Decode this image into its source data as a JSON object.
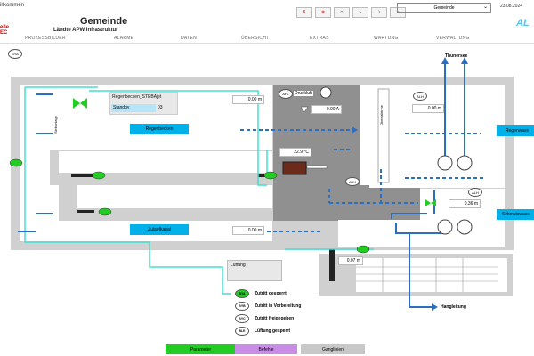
{
  "header": {
    "welcome": "illkommen",
    "title": "Gemeinde",
    "subtitle": "Ländte APW Infrastruktur",
    "alarm_count": "6",
    "dropdown_value": "Gemeinde",
    "date": "23.08.2024",
    "brand": "AL",
    "logo_text": "elle EC"
  },
  "nav": {
    "items": [
      "PROZESSBILDER",
      "ALARME",
      "DATEN",
      "ÜBERSICHT",
      "EXTRAS",
      "WARTUNG",
      "VERWALTUNG"
    ]
  },
  "plant": {
    "bya_badge": "BYA",
    "regenbecken_label": "Regenbecken_STEBAjet",
    "standby_label": "Standby",
    "standby_value": "03",
    "regenbecken_button": "Regenbecken",
    "zulaufkanal_button": "Zulaufkanal",
    "regenwasser_button": "Regenwass",
    "schmutzwasser_button": "Schmutzwass",
    "level_1": "0.00 m",
    "level_2": "0.00 m",
    "level_3": "0.36 m",
    "level_4": "0.07 m",
    "level_5": "0.00 m",
    "ampere": "0.00 A",
    "temperature": "22.9 °C",
    "druckluft_label": "Druckluft",
    "apl_label": "APL",
    "aux_label": "AUX",
    "alh_label": "ALH",
    "alh2_label": "ALH",
    "thunersee_label": "Thunersee",
    "hangleitung_label": "Hangleitung",
    "lueftung_label": "Lüftung",
    "rinne_label": "Überfallrinne",
    "sieb_label": "Siebanlage",
    "bya_small": "BYA",
    "byb_small": "BYB",
    "byc_small": "BYC",
    "ble_small": "BLE"
  },
  "legend": {
    "items": [
      {
        "code": "BYA",
        "label": "Zutritt gesperrt",
        "color": "#22cc22"
      },
      {
        "code": "BYB",
        "label": "Zutritt in Vorbereitung",
        "color": "#ffffff"
      },
      {
        "code": "BYC",
        "label": "Zutritt freigegeben",
        "color": "#ffffff"
      },
      {
        "code": "BLE",
        "label": "Lüftung gesperrt",
        "color": "#ffffff"
      }
    ]
  },
  "footer": {
    "parameter": "Parameter",
    "befehle": "Befehle",
    "ganglinien": "Ganglinien"
  },
  "colors": {
    "accent": "#00b0e8",
    "green": "#22cc22",
    "purple": "#c98de8",
    "gray": "#c8c8c8",
    "turquoise": "#40e0d0",
    "pipe_blue": "#2a6fc0"
  }
}
